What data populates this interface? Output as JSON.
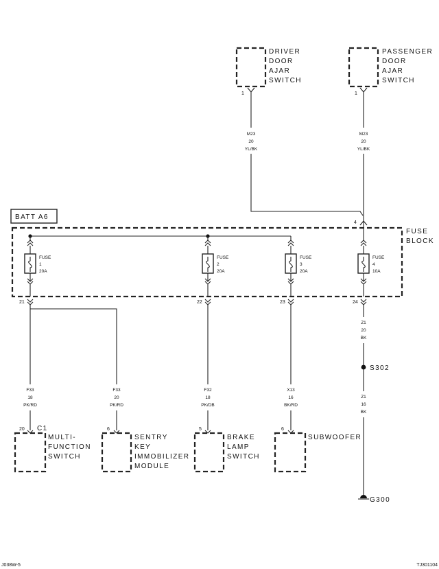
{
  "components": {
    "driver_switch": [
      "DRIVER",
      "DOOR",
      "AJAR",
      "SWITCH"
    ],
    "passenger_switch": [
      "PASSENGER",
      "DOOR",
      "AJAR",
      "SWITCH"
    ],
    "multifunction_switch": [
      "MULTI-",
      "FUNCTION",
      "SWITCH"
    ],
    "skim": [
      "SENTRY",
      "KEY",
      "IMMOBILIZER",
      "MODULE"
    ],
    "brake_switch": [
      "BRAKE",
      "LAMP",
      "SWITCH"
    ],
    "subwoofer": "SUBWOOFER",
    "fuse_block": [
      "FUSE",
      "BLOCK"
    ],
    "batt": "BATT A6"
  },
  "connectors": {
    "driver_pin": "1",
    "passenger_pin": "1",
    "fb_in_pin": "4",
    "fb_out": [
      "21",
      "22",
      "23",
      "24"
    ],
    "mfs_pin": "20",
    "mfs_conn": "C1",
    "skim_pin": "6",
    "brake_pin": "5",
    "sub_pin": "6"
  },
  "fuses": [
    {
      "name": "FUSE",
      "num": "1",
      "rating": "20A"
    },
    {
      "name": "FUSE",
      "num": "2",
      "rating": "20A"
    },
    {
      "name": "FUSE",
      "num": "3",
      "rating": "20A"
    },
    {
      "name": "FUSE",
      "num": "4",
      "rating": "10A"
    }
  ],
  "wires": {
    "driver": {
      "code": "M23",
      "gauge": "20",
      "color": "YL/BK"
    },
    "passenger": {
      "code": "M23",
      "gauge": "20",
      "color": "YL/BK"
    },
    "mfs": {
      "code": "F33",
      "gauge": "18",
      "color": "PK/RD"
    },
    "skim": {
      "code": "F33",
      "gauge": "20",
      "color": "PK/RD"
    },
    "brake": {
      "code": "F32",
      "gauge": "18",
      "color": "PK/DB"
    },
    "sub": {
      "code": "X13",
      "gauge": "16",
      "color": "BK/RD"
    },
    "z1_upper": {
      "code": "Z1",
      "gauge": "20",
      "color": "BK"
    },
    "z1_lower": {
      "code": "Z1",
      "gauge": "16",
      "color": "BK"
    }
  },
  "splice": "S302",
  "ground": "G300",
  "footer": {
    "left": "J038W-5",
    "right": "TJ301104"
  }
}
